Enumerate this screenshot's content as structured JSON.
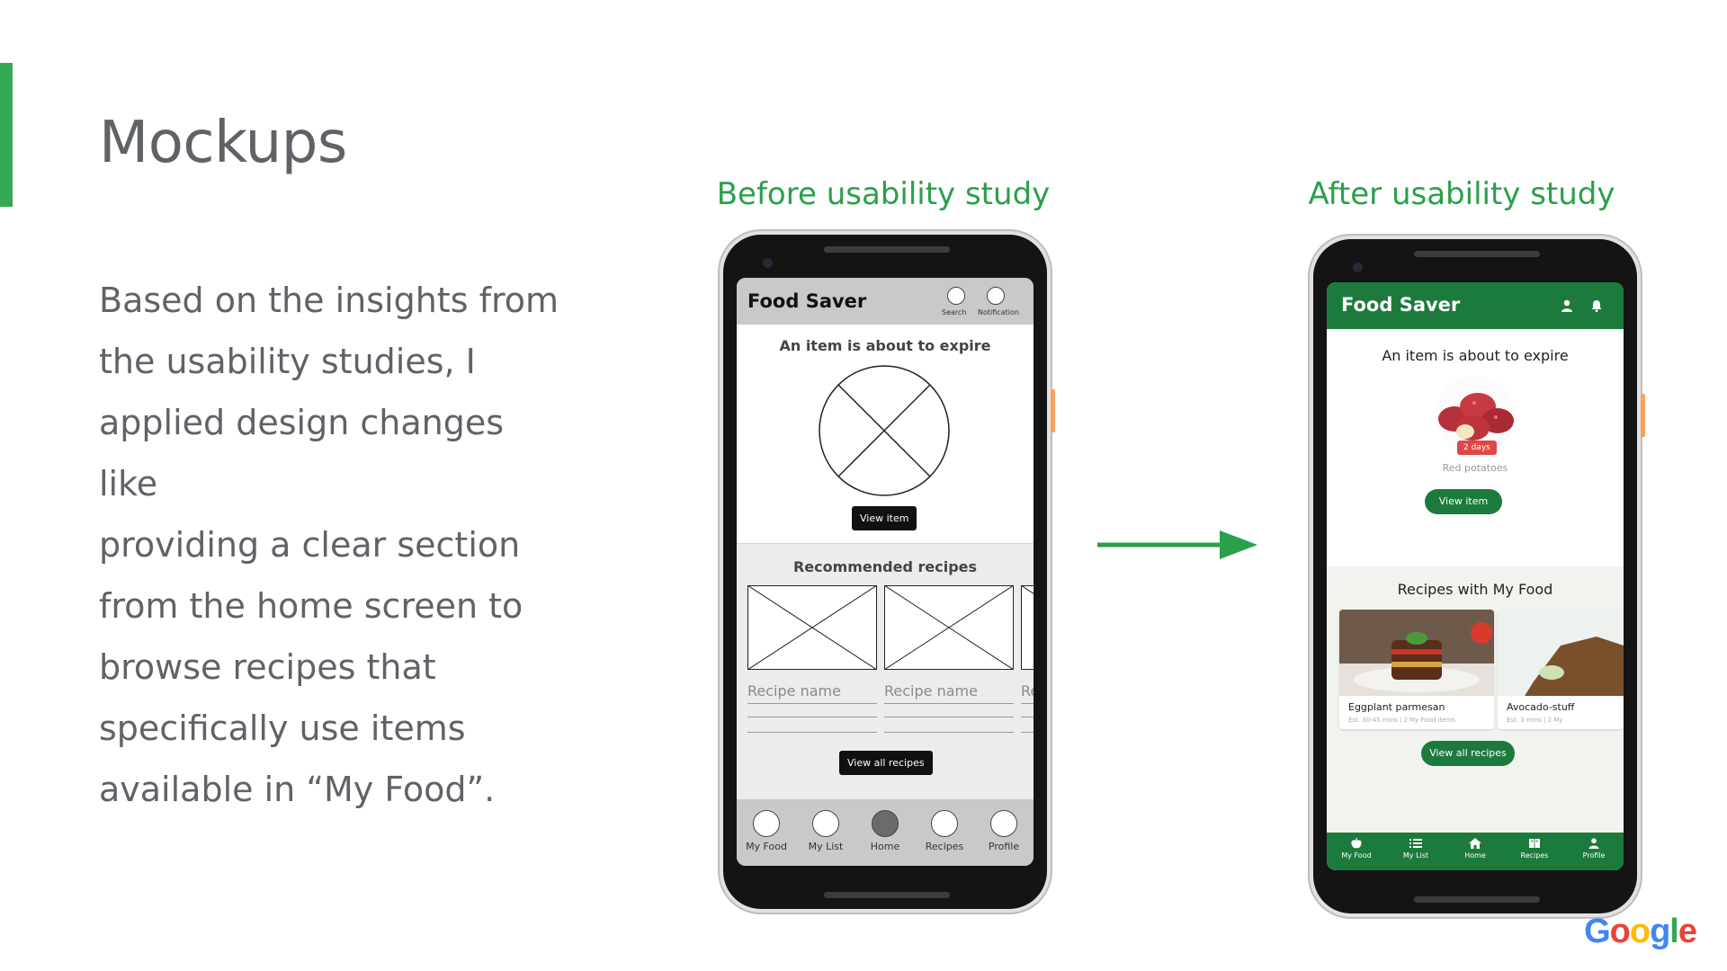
{
  "slide": {
    "title": "Mockups",
    "body": "Based on the insights from\nthe usability studies, I\napplied design changes like\nproviding a clear section\nfrom the home screen to\nbrowse recipes that\nspecifically use items\navailable in “My Food”.",
    "accent_color": "#34a853",
    "before_heading": "Before usability study",
    "after_heading": "After usability study",
    "logo_text": "Google"
  },
  "before": {
    "app_title": "Food Saver",
    "search_label": "Search",
    "notification_label": "Notification",
    "expire_title": "An item is about to expire",
    "view_item": "View item",
    "recommended_title": "Recommended recipes",
    "recipe_cards": [
      {
        "name": "Recipe name"
      },
      {
        "name": "Recipe name"
      },
      {
        "name": "Re"
      }
    ],
    "view_all": "View all recipes",
    "nav": [
      {
        "label": "My Food",
        "active": false
      },
      {
        "label": "My List",
        "active": false
      },
      {
        "label": "Home",
        "active": true
      },
      {
        "label": "Recipes",
        "active": false
      },
      {
        "label": "Profile",
        "active": false
      }
    ]
  },
  "after": {
    "app_title": "Food Saver",
    "brand_color": "#1d7a3d",
    "icons": [
      "person-icon",
      "bell-icon"
    ],
    "expire_title": "An item is about to expire",
    "days_badge": "2 days",
    "food_name": "Red potatoes",
    "view_item": "View item",
    "recipes_title": "Recipes with My Food",
    "recipe_cards": [
      {
        "name": "Eggplant parmesan",
        "meta": "Est. 30-45 mins  |  2 My Food items"
      },
      {
        "name": "Avocado-stuff",
        "meta": "Est. 3 mins  |  2 My"
      }
    ],
    "view_all": "View all recipes",
    "nav": [
      {
        "label": "My Food",
        "icon": "apple-icon",
        "active": false
      },
      {
        "label": "My List",
        "icon": "list-icon",
        "active": false
      },
      {
        "label": "Home",
        "icon": "home-icon",
        "active": true
      },
      {
        "label": "Recipes",
        "icon": "book-icon",
        "active": false
      },
      {
        "label": "Profile",
        "icon": "person-icon",
        "active": false
      }
    ]
  }
}
